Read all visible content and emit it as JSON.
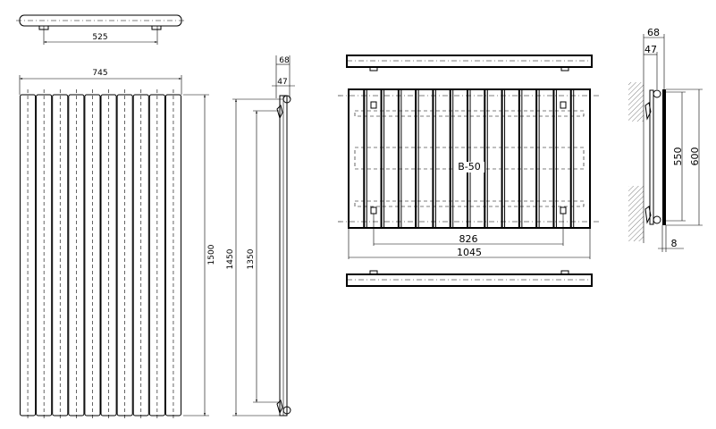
{
  "drawing_a": {
    "top_view": {
      "bracket_spacing": "525"
    },
    "front_view": {
      "width": "745",
      "height": "1500",
      "columns": 10
    },
    "side_view": {
      "depth_total": "68",
      "depth_wall": "47",
      "height_a": "1450",
      "height_b": "1350"
    }
  },
  "drawing_b": {
    "front_view": {
      "model_label": "B-50",
      "bracket_spacing": "826",
      "width": "1045",
      "columns": 14
    },
    "side_view": {
      "depth_total": "68",
      "depth_wall": "47",
      "height_inner": "550",
      "height": "600",
      "offset": "8"
    }
  }
}
